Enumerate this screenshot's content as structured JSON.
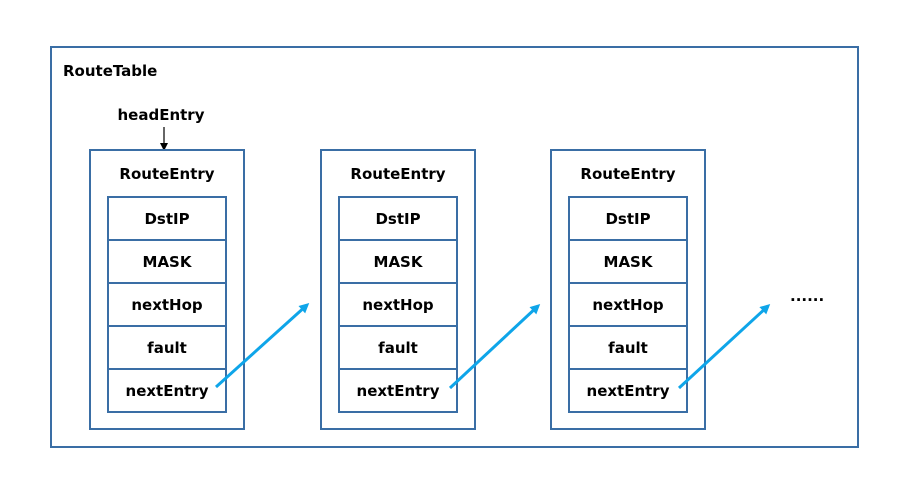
{
  "table": {
    "title": "RouteTable",
    "head_label": "headEntry"
  },
  "entries": [
    {
      "title": "RouteEntry",
      "fields": [
        "DstIP",
        "MASK",
        "nextHop",
        "fault",
        "nextEntry"
      ]
    },
    {
      "title": "RouteEntry",
      "fields": [
        "DstIP",
        "MASK",
        "nextHop",
        "fault",
        "nextEntry"
      ]
    },
    {
      "title": "RouteEntry",
      "fields": [
        "DstIP",
        "MASK",
        "nextHop",
        "fault",
        "nextEntry"
      ]
    }
  ],
  "continuation": "......",
  "colors": {
    "box_border": "#3a6ea5",
    "arrow": "#0ea5e9",
    "head_arrow": "#000000",
    "text": "#000000"
  }
}
